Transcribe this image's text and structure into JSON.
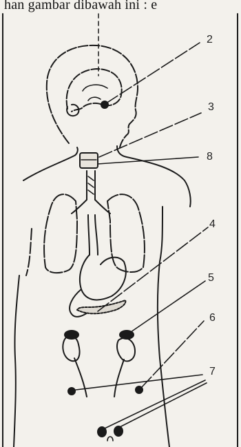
{
  "header": {
    "text": "han gambar dibawah ini : e"
  },
  "labels": [
    {
      "number": "2"
    },
    {
      "number": "3"
    },
    {
      "number": "8"
    },
    {
      "number": "4"
    },
    {
      "number": "5"
    },
    {
      "number": "6"
    },
    {
      "number": "7"
    }
  ]
}
